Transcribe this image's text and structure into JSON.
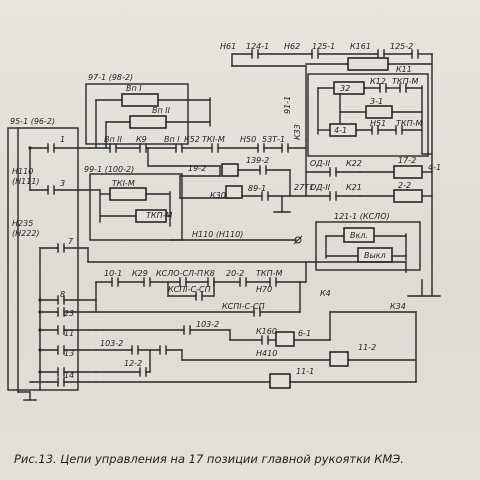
{
  "caption": "Рис.13. Цепи управления на 17 позиции главной рукоятки КМЭ.",
  "labels": {
    "h61": "Н61",
    "c124_1": "124-1",
    "h62": "Н62",
    "c125_1": "125-1",
    "k161": "К161",
    "c125_2": "125-2",
    "c97_1": "97-1 (98-2)",
    "vp1": "Вп I",
    "vp2": "Вп II",
    "k11": "К11",
    "c32": "32",
    "k12": "К12",
    "tkp_m_r1": "ТКП-М",
    "c95_1": "95-1 (96-2)",
    "n1": "1",
    "vp2b": "Вп II",
    "k9": "К9",
    "vp1b": "Вп I",
    "k52": "К52",
    "tk1_m": "ТКI-М",
    "h50": "Н50",
    "c53_1": "53Т-1",
    "c91_1": "91-1",
    "k33": "К33",
    "c3_1": "3-1",
    "c4_1": "4-1",
    "h51": "Н51",
    "tkp_m_r2": "ТКП-М",
    "h110": "Н110",
    "h111": "(Н111)",
    "n3": "3",
    "c19_2": "19-2",
    "c139_2": "139-2",
    "od2_a": "ОД-II",
    "k22": "К22",
    "c17_2": "17-2",
    "c4_1b": "4-1",
    "c99_1": "99-1 (100-2)",
    "tki_m2": "ТКI-М",
    "tkm": "ТКП-М",
    "k30": "К30",
    "c89_1": "89-1",
    "c27_1": "27Т1",
    "od2_b": "ОД-II",
    "k21": "К21",
    "c2_2": "2-2",
    "c121_1": "121-1 (КСЛО)",
    "vkl": "Вкл.",
    "vykl": "Выкл",
    "h110b": "Н110 (Н110)",
    "h235": "Н235",
    "h222": "(Н222)",
    "n7": "7",
    "c10_1": "10-1",
    "k29": "К29",
    "kslo": "КСЛО-СЛ-П",
    "k8": "К8",
    "c20_2": "20-2",
    "tkp_m3": "ТКП-М",
    "kspi": "КСПI-С-СП",
    "h70": "Н70",
    "k4": "К4",
    "n8": "8",
    "n23": "23",
    "kspi2": "КСПI-С-СП",
    "k34": "К34",
    "n11": "11",
    "c103_2": "103-2",
    "k160": "К160",
    "c6_1": "6-1",
    "n13": "13",
    "c103_2b": "103-2",
    "h410": "Н410",
    "c11_2": "11-2",
    "n14": "14",
    "c12_2": "12-2",
    "c11_1": "11-1"
  }
}
